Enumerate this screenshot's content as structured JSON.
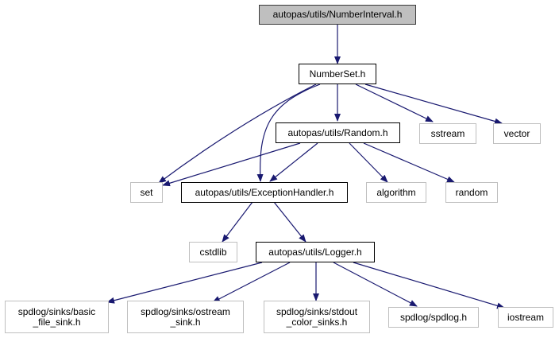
{
  "colors": {
    "edge": "#191970",
    "current_fill": "#bfbfbf",
    "documented_border": "#000000",
    "external_border": "#bfbfbf"
  },
  "nodes": {
    "number_interval": "autopas/utils/NumberInterval.h",
    "number_set": "NumberSet.h",
    "random": "autopas/utils/Random.h",
    "sstream": "sstream",
    "vector": "vector",
    "set": "set",
    "exception_handler": "autopas/utils/ExceptionHandler.h",
    "algorithm": "algorithm",
    "random_std": "random",
    "cstdlib": "cstdlib",
    "logger": "autopas/utils/Logger.h",
    "basic_file_sink": "spdlog/sinks/basic\n_file_sink.h",
    "ostream_sink": "spdlog/sinks/ostream\n_sink.h",
    "stdout_color_sinks": "spdlog/sinks/stdout\n_color_sinks.h",
    "spdlog": "spdlog/spdlog.h",
    "iostream": "iostream"
  }
}
